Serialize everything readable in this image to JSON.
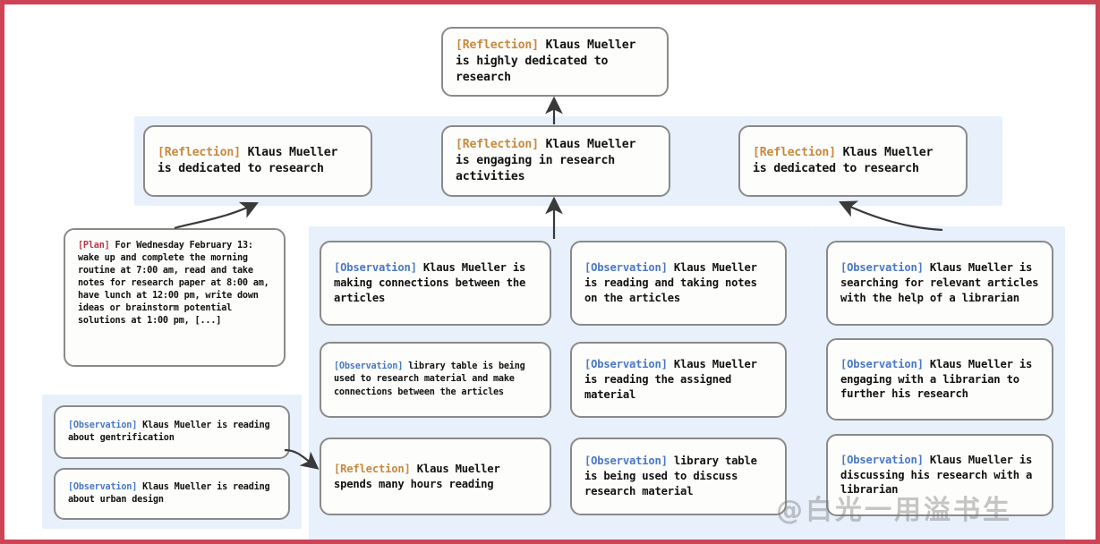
{
  "figure": {
    "border_color": "#cc4455",
    "panel_color": "#e8f0fb",
    "node_border_color": "#8a8a8a",
    "node_fill_color": "#fdfdfc",
    "tag_colors": {
      "reflection": "#c8893f",
      "observation": "#4a79c4",
      "plan": "#b8374a"
    }
  },
  "watermark": {
    "text": "@白光一用溢书生"
  },
  "top_reflection": {
    "tag": "[Reflection]",
    "text": " Klaus Mueller is highly dedicated to research"
  },
  "reflection_row": [
    {
      "tag": "[Reflection]",
      "text": " Klaus Mueller is dedicated to research"
    },
    {
      "tag": "[Reflection]",
      "text": " Klaus Mueller is engaging in research activities"
    },
    {
      "tag": "[Reflection]",
      "text": " Klaus Mueller is dedicated to research"
    }
  ],
  "plan_node": {
    "tag": "[Plan]",
    "text": " For Wednesday February 13: wake up and complete the morning routine at 7:00 am, read and take notes for research paper at 8:00 am, have lunch at 12:00 pm, write down ideas or brainstorm potential solutions at 1:00 pm, [...]"
  },
  "left_observations": [
    {
      "tag": "[Observation]",
      "text": " Klaus Mueller is reading about gentrification"
    },
    {
      "tag": "[Observation]",
      "text": " Klaus Mueller is reading about urban design"
    }
  ],
  "column_one": [
    {
      "tag": "[Observation]",
      "text": " Klaus Mueller is making connections between the articles"
    },
    {
      "tag": "[Observation]",
      "text": " library table is being used to research material and make connections between the articles"
    },
    {
      "tag": "[Reflection]",
      "text": " Klaus Mueller spends many hours reading"
    }
  ],
  "column_two": [
    {
      "tag": "[Observation]",
      "text": " Klaus Mueller is reading and taking notes on the articles"
    },
    {
      "tag": "[Observation]",
      "text": " Klaus Mueller is reading the assigned material"
    },
    {
      "tag": "[Observation]",
      "text": " library table is being used to discuss research material"
    }
  ],
  "column_three": [
    {
      "tag": "[Observation]",
      "text": " Klaus Mueller is searching for relevant articles with the help of a librarian"
    },
    {
      "tag": "[Observation]",
      "text": " Klaus Mueller is engaging with a librarian to further his research"
    },
    {
      "tag": "[Observation]",
      "text": " Klaus Mueller is discussing his research with a librarian"
    }
  ]
}
